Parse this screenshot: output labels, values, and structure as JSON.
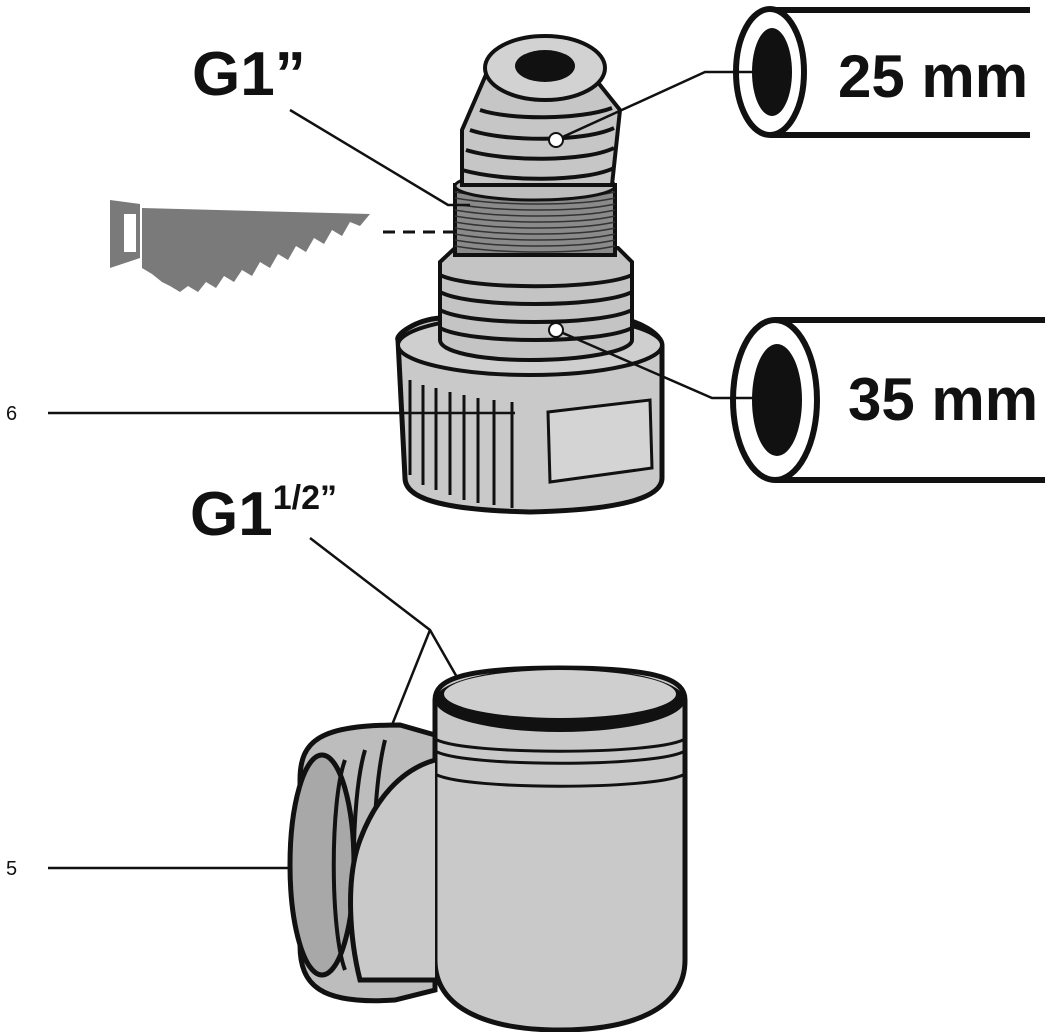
{
  "thread_labels": {
    "top": {
      "main": "G1",
      "suffix": "”"
    },
    "bottom": {
      "main": "G1",
      "superscript": "1/2”"
    }
  },
  "hose_labels": {
    "small": "25 mm",
    "large": "35 mm"
  },
  "part_numbers": {
    "adapter": "6",
    "elbow": "5"
  },
  "colors": {
    "part_fill": "#c9c9c9",
    "part_shadow": "#aaaaaa",
    "dark_fill": "#8a8a8a",
    "outline": "#111111",
    "saw": "#7a7a7a",
    "hose_hole": "#111111"
  },
  "icons": [
    "saw-icon",
    "hose-adapter",
    "elbow-fitting",
    "hose-25mm",
    "hose-35mm"
  ]
}
